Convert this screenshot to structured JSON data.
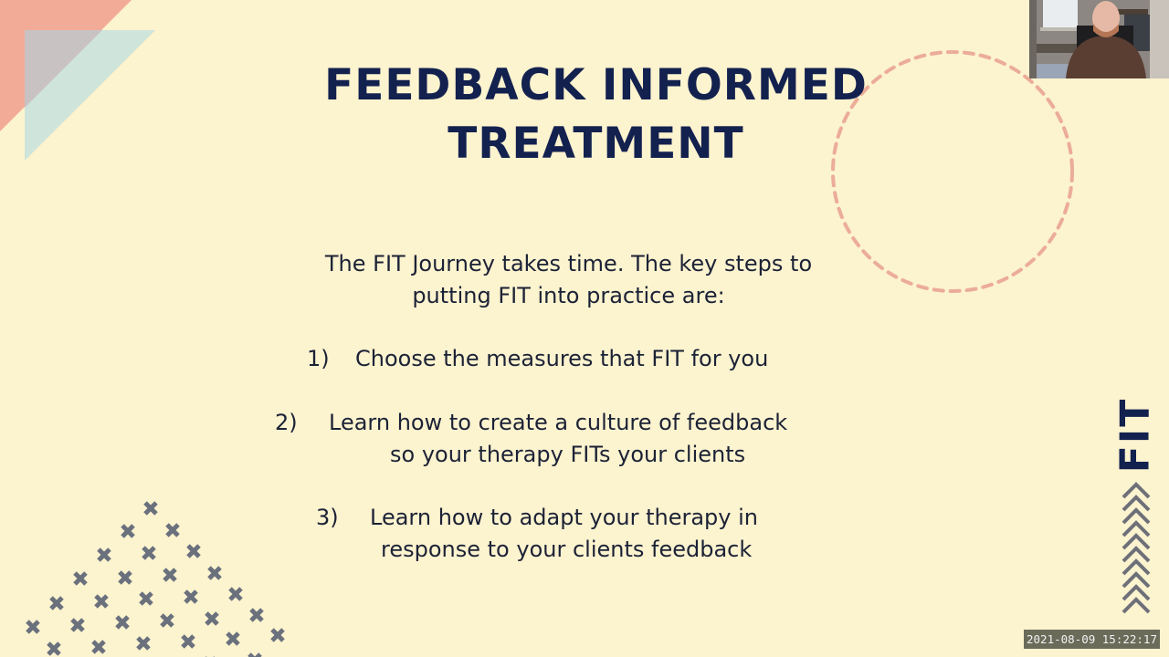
{
  "slide": {
    "title_lines": [
      "FEEDBACK INFORMED",
      "TREATMENT"
    ],
    "intro_lines": [
      "The FIT Journey takes time. The key steps to",
      "putting FIT into practice are:"
    ],
    "steps": [
      {
        "number": "1)",
        "lines": [
          "Choose the measures that FIT for you"
        ]
      },
      {
        "number": "2)",
        "lines": [
          "Learn how to create a culture of feedback",
          "so your therapy FITs your clients"
        ]
      },
      {
        "number": "3)",
        "lines": [
          "Learn how to adapt your therapy in",
          "response to your clients feedback"
        ]
      }
    ],
    "side_logo": "FIT",
    "colors": {
      "background": "#fcf3cf",
      "title": "#13214f",
      "body_text": "#1c2236",
      "salmon_triangle": "#f2ab97",
      "blue_triangle": "#c7e1dc",
      "dashed_circle": "#ebac98",
      "cross_pattern": "#6a717d",
      "chevrons": "#6e7079"
    }
  },
  "overlay": {
    "webcam_label": "presenter webcam",
    "timestamp": "2021-08-09 15:22:17"
  }
}
